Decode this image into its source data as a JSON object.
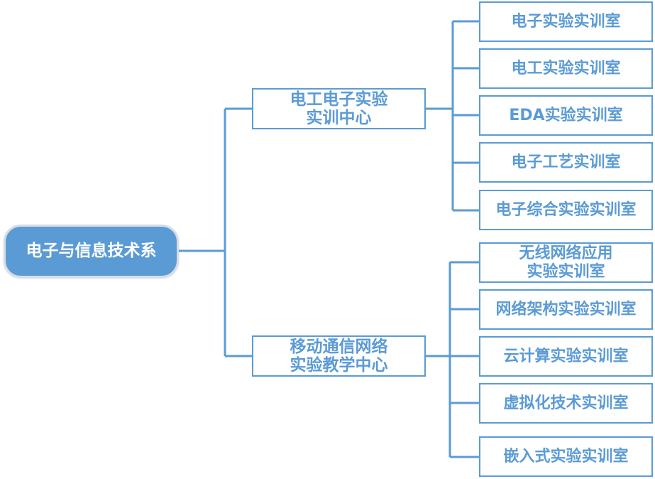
{
  "root": {
    "label": "电子与信息技术系"
  },
  "centers": [
    {
      "label": "电工电子实验\n实训中心",
      "labs": [
        "电子实验实训室",
        "电工实验实训室",
        "EDA实验实训室",
        "电子工艺实训室",
        "电子综合实验实训室"
      ]
    },
    {
      "label": "移动通信网络\n实验教学中心",
      "labs": [
        "无线网络应用\n实验实训室",
        "网络架构实验实训室",
        "云计算实验实训室",
        "虚拟化技术实训室",
        "嵌入式实验实训室"
      ]
    }
  ],
  "colors": {
    "accent": "#5b9bd5",
    "root_fill": "#5b9bd5",
    "text_on_root": "#ffffff"
  }
}
